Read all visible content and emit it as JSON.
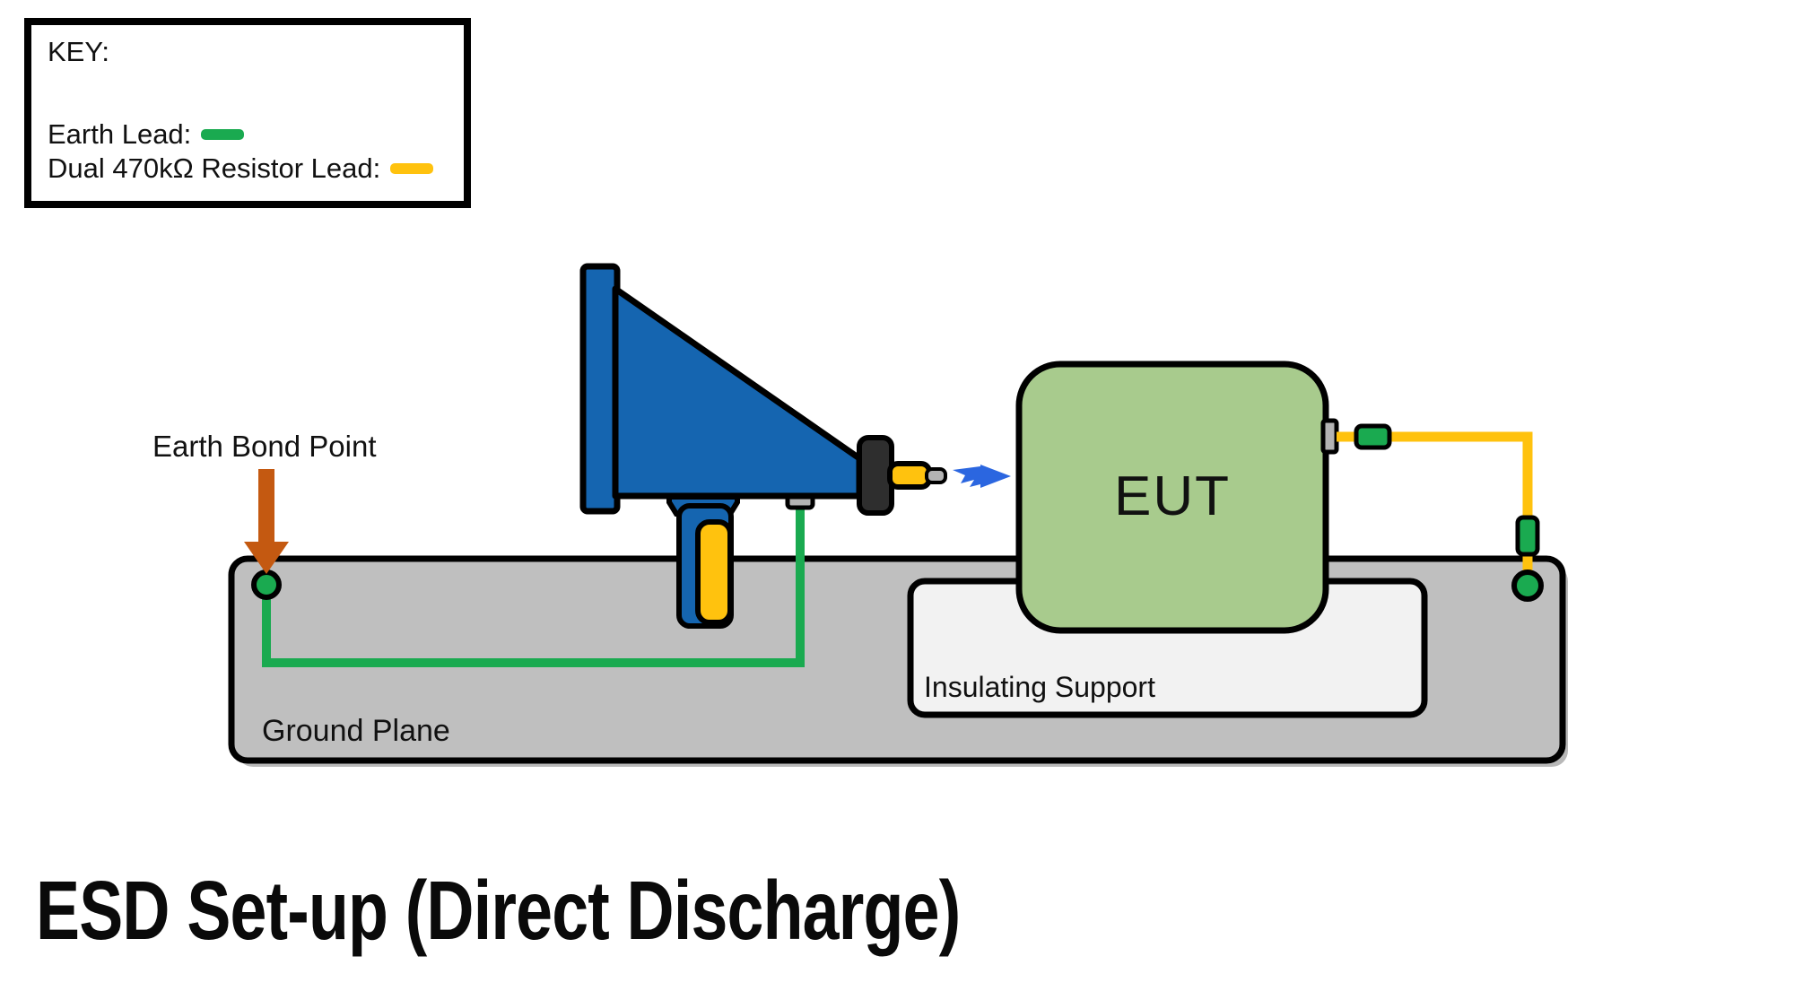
{
  "title": "ESD Set-up (Direct Discharge)",
  "key": {
    "heading": "KEY:",
    "items": [
      {
        "label": "Earth Lead:",
        "color": "#1aaa50"
      },
      {
        "label": "Dual 470kΩ Resistor Lead:",
        "color": "#ffc20e"
      }
    ]
  },
  "labels": {
    "earth_bond_point": "Earth Bond Point",
    "ground_plane": "Ground Plane",
    "insulating_support": "Insulating Support",
    "eut": "EUT"
  },
  "colors": {
    "earth-lead": "#1aaa50",
    "resistor-lead": "#ffc20e",
    "gun-blue": "#1565b0",
    "bolt-blue": "#2b66e0",
    "eut-green": "#a8cb8d",
    "ground-gray": "#bfbfbf",
    "support-gray": "#f2f2f2",
    "connector-gray": "#b3b3b3",
    "arrow-orange": "#c45911",
    "collar-dark": "#2e2e2e"
  }
}
